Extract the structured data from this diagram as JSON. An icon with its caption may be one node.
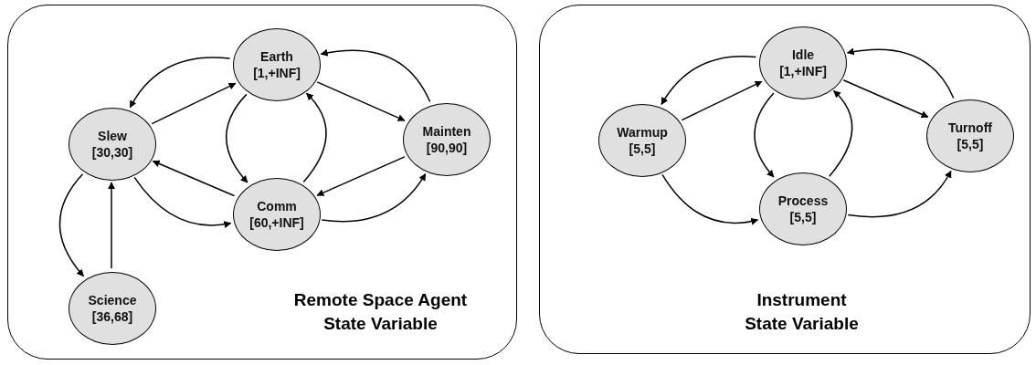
{
  "diagram": {
    "nodes": [
      {
        "text": [
          "Remote Space Agent State Variable"
        ]
      },
      {
        "text": [
          "Earth",
          "[1,+INF]"
        ],
        "in": 0
      },
      {
        "text": [
          "Slew",
          "[30,30]"
        ],
        "in": 0
      },
      {
        "text": [
          "Mainten",
          "[90,90]"
        ],
        "in": 0
      },
      {
        "text": [
          "Comm",
          "[60,+INF]"
        ],
        "in": 0
      },
      {
        "text": [
          "Science",
          "[36,68]"
        ],
        "in": 0
      },
      {
        "text": [
          "Instrument State Variable"
        ]
      },
      {
        "text": [
          "Idle",
          "[1,+INF]"
        ],
        "in": 6
      },
      {
        "text": [
          "Warmup",
          "[5,5]"
        ],
        "in": 6
      },
      {
        "text": [
          "Turnoff",
          "[5,5]"
        ],
        "in": 6
      },
      {
        "text": [
          "Process",
          "[5,5]"
        ],
        "in": 6
      }
    ],
    "edges": [
      {
        "from": 1,
        "to": 2,
        "arrow": "to"
      },
      {
        "from": 2,
        "to": 1,
        "arrow": "to"
      },
      {
        "from": 1,
        "to": 3,
        "arrow": "to"
      },
      {
        "from": 3,
        "to": 1,
        "arrow": "to"
      },
      {
        "from": 1,
        "to": 4,
        "arrow": "to"
      },
      {
        "from": 4,
        "to": 1,
        "arrow": "to"
      },
      {
        "from": 4,
        "to": 2,
        "arrow": "to"
      },
      {
        "from": 2,
        "to": 4,
        "arrow": "to"
      },
      {
        "from": 3,
        "to": 4,
        "arrow": "to"
      },
      {
        "from": 4,
        "to": 3,
        "arrow": "to"
      },
      {
        "from": 2,
        "to": 5,
        "arrow": "to"
      },
      {
        "from": 5,
        "to": 2,
        "arrow": "to"
      },
      {
        "from": 7,
        "to": 8,
        "arrow": "to"
      },
      {
        "from": 8,
        "to": 7,
        "arrow": "to"
      },
      {
        "from": 7,
        "to": 9,
        "arrow": "to"
      },
      {
        "from": 9,
        "to": 7,
        "arrow": "to"
      },
      {
        "from": 7,
        "to": 10,
        "arrow": "to"
      },
      {
        "from": 10,
        "to": 7,
        "arrow": "to"
      },
      {
        "from": 8,
        "to": 10,
        "arrow": "to"
      },
      {
        "from": 10,
        "to": 9,
        "arrow": "to"
      }
    ]
  }
}
